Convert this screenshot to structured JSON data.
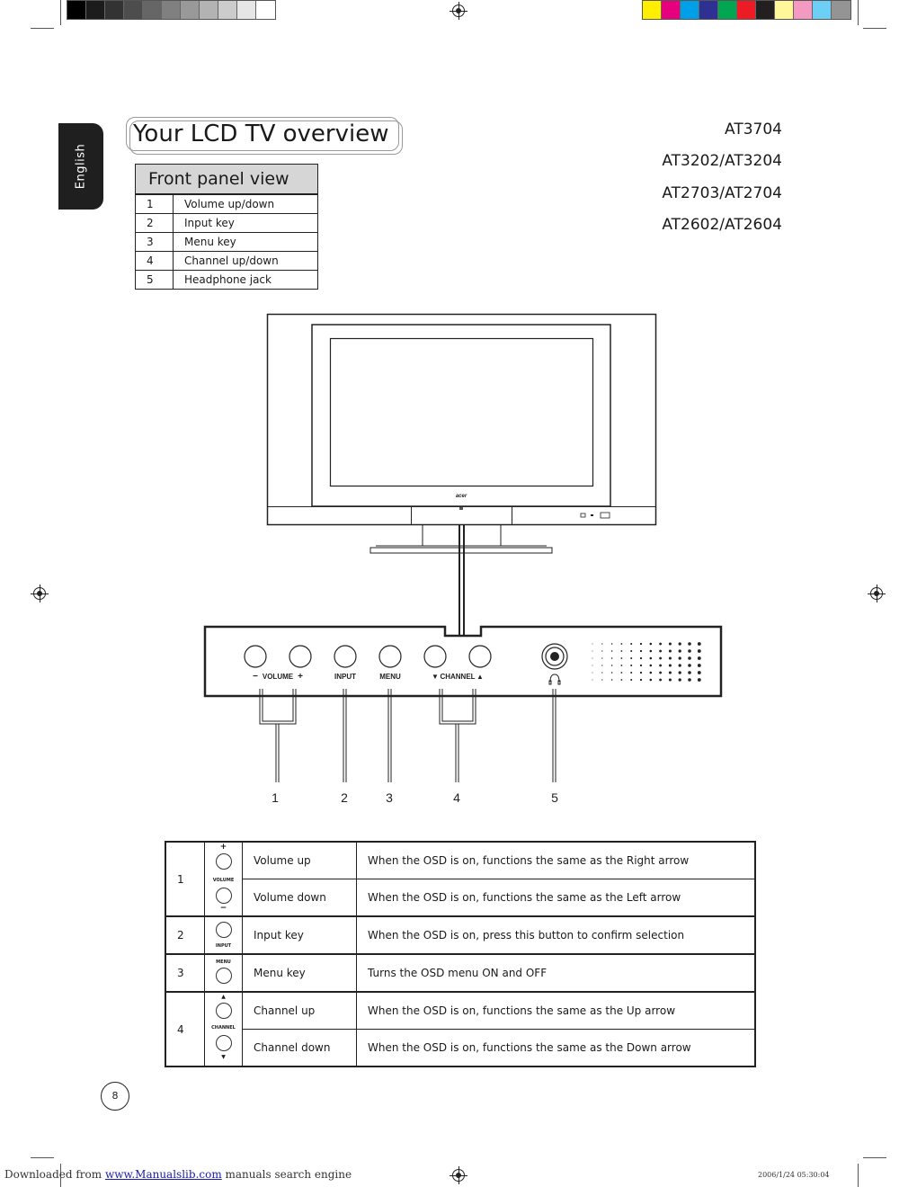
{
  "print_marks": {
    "gray_swatches": [
      "#000000",
      "#1c1c1c",
      "#333333",
      "#4d4d4d",
      "#666666",
      "#808080",
      "#999999",
      "#b3b3b3",
      "#cccccc",
      "#e6e6e6",
      "#ffffff"
    ],
    "color_swatches": [
      "#ffee00",
      "#e6007e",
      "#00a0e9",
      "#2e3192",
      "#00a651",
      "#ed1c24",
      "#231f20",
      "#fff799",
      "#f49ac1",
      "#6dcff6",
      "#949494"
    ]
  },
  "sidebar": {
    "language": "English"
  },
  "header": {
    "title": "Your LCD TV overview",
    "models": [
      "AT3704",
      "AT3202/AT3204",
      "AT2703/AT2704",
      "AT2602/AT2604"
    ]
  },
  "front_panel": {
    "title": "Front panel view",
    "rows": [
      {
        "num": "1",
        "label": "Volume up/down"
      },
      {
        "num": "2",
        "label": "Input key"
      },
      {
        "num": "3",
        "label": "Menu key"
      },
      {
        "num": "4",
        "label": "Channel up/down"
      },
      {
        "num": "5",
        "label": "Headphone jack"
      }
    ]
  },
  "diagram": {
    "brand": "acer",
    "labels": {
      "volume": "VOLUME",
      "input": "INPUT",
      "menu": "MENU",
      "channel": "CHANNEL",
      "minus": "−",
      "plus": "+",
      "down": "▼",
      "up": "▲"
    },
    "callouts": [
      "1",
      "2",
      "3",
      "4",
      "5"
    ]
  },
  "key_table": {
    "groups": [
      {
        "num": "1",
        "rows": [
          {
            "name": "Volume up",
            "desc": "When the OSD is on, functions the same as the Right arrow"
          },
          {
            "name": "Volume down",
            "desc": "When the OSD is on, functions the same as the Left arrow"
          }
        ],
        "icon_label": "VOLUME",
        "sym_top": "+",
        "sym_bottom": "−"
      },
      {
        "num": "2",
        "rows": [
          {
            "name": "Input key",
            "desc": "When the OSD is on, press this button to confirm selection"
          }
        ],
        "icon_label": "INPUT"
      },
      {
        "num": "3",
        "rows": [
          {
            "name": "Menu key",
            "desc": "Turns the OSD menu ON and OFF"
          }
        ],
        "icon_label": "MENU"
      },
      {
        "num": "4",
        "rows": [
          {
            "name": "Channel up",
            "desc": "When the OSD is on, functions the same as the Up arrow"
          },
          {
            "name": "Channel down",
            "desc": "When the OSD is on, functions the same as the Down arrow"
          }
        ],
        "icon_label": "CHANNEL",
        "sym_top": "▲",
        "sym_bottom": "▼"
      }
    ]
  },
  "page_number": "8",
  "footer": {
    "prefix": "Downloaded from",
    "link": "www.Manualslib.com",
    "suffix": " manuals search engine",
    "date": "2006/1/24   05:30:04"
  }
}
